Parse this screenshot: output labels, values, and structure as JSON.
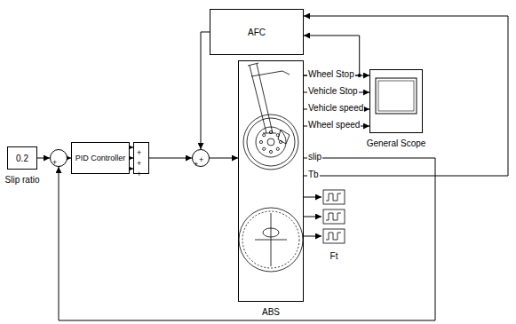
{
  "diagram": {
    "nodes": [
      {
        "text": [
          "0.2",
          "Slip ratio"
        ]
      },
      {
        "text": [
          "+",
          "-"
        ]
      },
      {
        "text": [
          "PID Controller"
        ]
      },
      {
        "text": [
          "+",
          "+",
          "+"
        ]
      },
      {
        "text": [
          "+",
          "+"
        ]
      },
      {
        "text": [
          "AFC"
        ]
      },
      {
        "text": [
          "ABS"
        ]
      },
      {
        "text": [
          "General Scope"
        ]
      },
      {
        "text": [
          "Ft"
        ]
      }
    ],
    "edges": [
      {
        "from": 0,
        "to": 1,
        "arrow": "to"
      },
      {
        "from": 1,
        "to": 2,
        "arrow": "to"
      },
      {
        "from": 2,
        "to": 3,
        "arrow": "to"
      },
      {
        "from": 2,
        "to": 3,
        "arrow": "to"
      },
      {
        "from": 2,
        "to": 3,
        "arrow": "to"
      },
      {
        "from": 3,
        "to": 4,
        "arrow": "to"
      },
      {
        "from": 5,
        "to": 4,
        "arrow": "to"
      },
      {
        "from": 4,
        "to": 6,
        "arrow": "to"
      },
      {
        "from": 6,
        "to": 7,
        "label": "Wheel Stop",
        "arrow": "to"
      },
      {
        "from": 6,
        "to": 7,
        "label": "Vehicle Stop",
        "arrow": "to"
      },
      {
        "from": 6,
        "to": 7,
        "label": "Vehicle speed",
        "arrow": "to"
      },
      {
        "from": 6,
        "to": 7,
        "label": "Wheel speed",
        "arrow": "to"
      },
      {
        "from": 6,
        "to": 5,
        "arrow": "to"
      },
      {
        "from": 6,
        "to": 1,
        "label": "slip",
        "arrow": "to"
      },
      {
        "from": 6,
        "to": 5,
        "label": "Tb",
        "arrow": "to"
      },
      {
        "from": 6,
        "to": 8,
        "arrow": "to"
      },
      {
        "from": 6,
        "to": 8,
        "arrow": "to"
      },
      {
        "from": 6,
        "to": 8,
        "arrow": "to"
      }
    ]
  }
}
